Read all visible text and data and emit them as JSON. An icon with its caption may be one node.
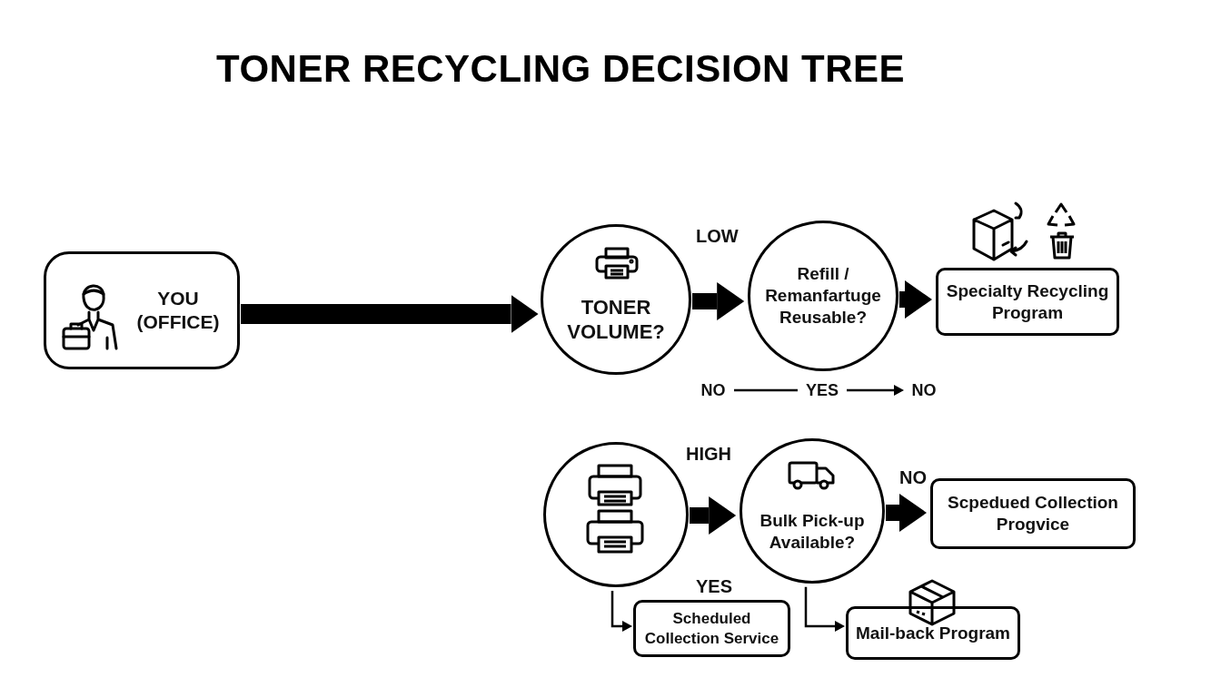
{
  "diagram": {
    "title": "TONER RECYCLING DECISION TREE",
    "nodes": [
      {
        "text": [
          "YOU (OFFICE)"
        ]
      },
      {
        "text": [
          "TONER VOLUME?"
        ]
      },
      {
        "text": [
          "Refill / Remanfartuge Reusable?"
        ]
      },
      {
        "text": [
          "Specialty Recycling Program"
        ]
      },
      {
        "text": [],
        "shape": "circle"
      },
      {
        "text": [
          "Bulk Pick-up Available?"
        ]
      },
      {
        "text": [
          "Scpedued Collection Progvice"
        ]
      },
      {
        "text": [
          "Scheduled Collection Service"
        ]
      },
      {
        "text": [
          "Mail-back Program"
        ]
      },
      {
        "text": [
          "NO"
        ]
      },
      {
        "text": [
          "YES"
        ]
      },
      {
        "text": [
          "NO"
        ]
      }
    ],
    "edges": [
      {
        "from": 0,
        "to": 1,
        "arrow": "to"
      },
      {
        "from": 1,
        "to": 2,
        "arrow": "to"
      },
      {
        "from": 2,
        "to": 3,
        "arrow": "to"
      },
      {
        "from": 4,
        "to": 5,
        "arrow": "to"
      },
      {
        "from": 5,
        "to": 6,
        "arrow": "to"
      },
      {
        "from": 4,
        "to": 7,
        "arrow": "to"
      },
      {
        "from": 5,
        "to": 8,
        "arrow": "to"
      },
      {
        "from": 9,
        "to": 10,
        "arrow": "none"
      },
      {
        "from": 10,
        "to": 11,
        "arrow": "to"
      }
    ],
    "labels": [
      "LOW",
      "HIGH",
      "NO",
      "YES"
    ]
  }
}
